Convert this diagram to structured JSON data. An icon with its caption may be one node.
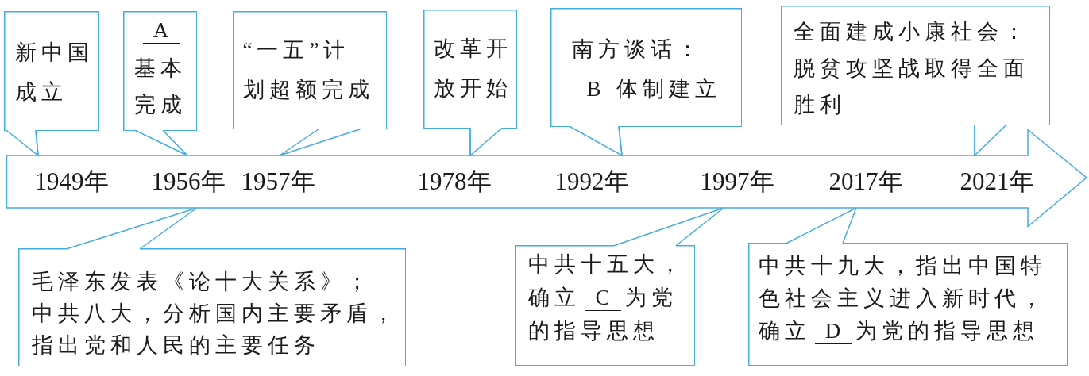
{
  "diagram": {
    "nodes": [
      {
        "text": [
          "新中国成立"
        ]
      },
      {
        "text": [
          "A",
          "基本完成"
        ]
      },
      {
        "text": [
          "“一五”计划超额完成"
        ]
      },
      {
        "text": [
          "改革开放开始"
        ]
      },
      {
        "text": [
          "南方谈话：",
          "B",
          "体制建立"
        ]
      },
      {
        "text": [
          "全面建成小康社会：",
          "脱贫攻坚战取得全面胜利"
        ]
      },
      {
        "text": [],
        "shape": "arrow"
      },
      {
        "text": [
          "1949年"
        ],
        "in": 6
      },
      {
        "text": [
          "1956年"
        ],
        "in": 6
      },
      {
        "text": [
          "1957年"
        ],
        "in": 6
      },
      {
        "text": [
          "1978年"
        ],
        "in": 6
      },
      {
        "text": [
          "1992年"
        ],
        "in": 6
      },
      {
        "text": [
          "1997年"
        ],
        "in": 6
      },
      {
        "text": [
          "2017年"
        ],
        "in": 6
      },
      {
        "text": [
          "2021年"
        ],
        "in": 6
      },
      {
        "text": [
          "毛泽东发表《论十大关系》；",
          "中共八大，分析国内主要矛盾，指出党和人民的主要任务"
        ]
      },
      {
        "text": [
          "中共十五大，确立",
          "C",
          "为党的指导思想"
        ]
      },
      {
        "text": [
          "中共十九大，指出中国特色社会主义进入新时代，确立",
          "D",
          "为党的指导思想"
        ]
      }
    ],
    "edges": [
      {
        "from": 0,
        "to": 7,
        "arrow": "to"
      },
      {
        "from": 1,
        "to": 8,
        "arrow": "none"
      },
      {
        "from": 2,
        "to": 9,
        "arrow": "none"
      },
      {
        "from": 3,
        "to": 10,
        "arrow": "to"
      },
      {
        "from": 4,
        "to": 11,
        "arrow": "to"
      },
      {
        "from": 5,
        "to": 14,
        "arrow": "to"
      },
      {
        "from": 15,
        "to": 8,
        "arrow": "none"
      },
      {
        "from": 16,
        "to": 12,
        "arrow": "none"
      },
      {
        "from": 17,
        "to": 13,
        "arrow": "none"
      }
    ]
  }
}
